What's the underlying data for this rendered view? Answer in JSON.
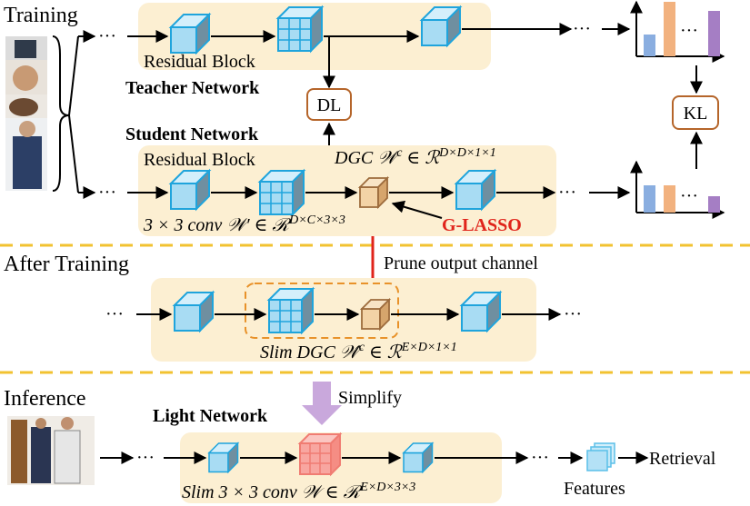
{
  "sections": {
    "training": "Training",
    "after_training": "After Training",
    "inference": "Inference"
  },
  "labels": {
    "residual_block_teacher": "Residual Block",
    "residual_block_student": "Residual Block",
    "teacher_network": "Teacher Network",
    "student_network": "Student Network",
    "light_network": "Light Network",
    "dl": "DL",
    "kl": "KL",
    "g_lasso": "G-LASSO",
    "prune": "Prune output channel",
    "simplify": "Simplify",
    "features": "Features",
    "retrieval": "Retrieval",
    "ellipsis": "···"
  },
  "formulas": {
    "dgc": "DGC 𝒲ᶜ ∈ ℛ^{D×D×1×1}",
    "conv": "3 × 3 conv 𝒲′ ∈ ℛ^{D×C×3×3}",
    "slim_dgc": "Slim DGC 𝒲̂ᶜ ∈ ℛ^{E×D×1×1}",
    "slim_conv": "Slim 3 × 3 conv 𝒲 ∈ ℛ^{E×D×3×3}"
  },
  "colors": {
    "panel": "#fcefd2",
    "cube_blue": "#a8dcf3",
    "cube_edge": "#1fa4dc",
    "cube_brown": "#f3d3a6",
    "cube_brown_edge": "#9c6b3c",
    "cube_pink": "#f8a6a0",
    "bar_blue": "#8aaee0",
    "bar_orange": "#f2b27f",
    "bar_purple": "#a57ec4",
    "divider": "#f2c230",
    "red": "#e0241b",
    "simplify_arrow": "#c9a8dc"
  }
}
